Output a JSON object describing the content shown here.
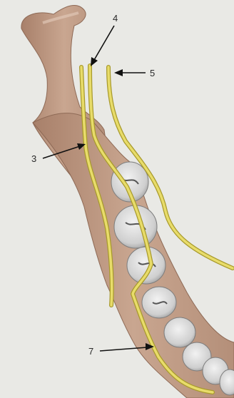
{
  "callouts": [
    {
      "id": "3",
      "label": "3"
    },
    {
      "id": "4",
      "label": "4"
    },
    {
      "id": "5",
      "label": "5"
    },
    {
      "id": "7",
      "label": "7"
    }
  ],
  "colors": {
    "background": "#e9e9e5",
    "bone": "#c8a58f",
    "bone_shadow": "#a8806a",
    "nerve": "#e8dc6a",
    "nerve_outline": "#a89a2c",
    "tooth": "#d9d9d9",
    "tooth_shadow": "#8a8a8a"
  }
}
